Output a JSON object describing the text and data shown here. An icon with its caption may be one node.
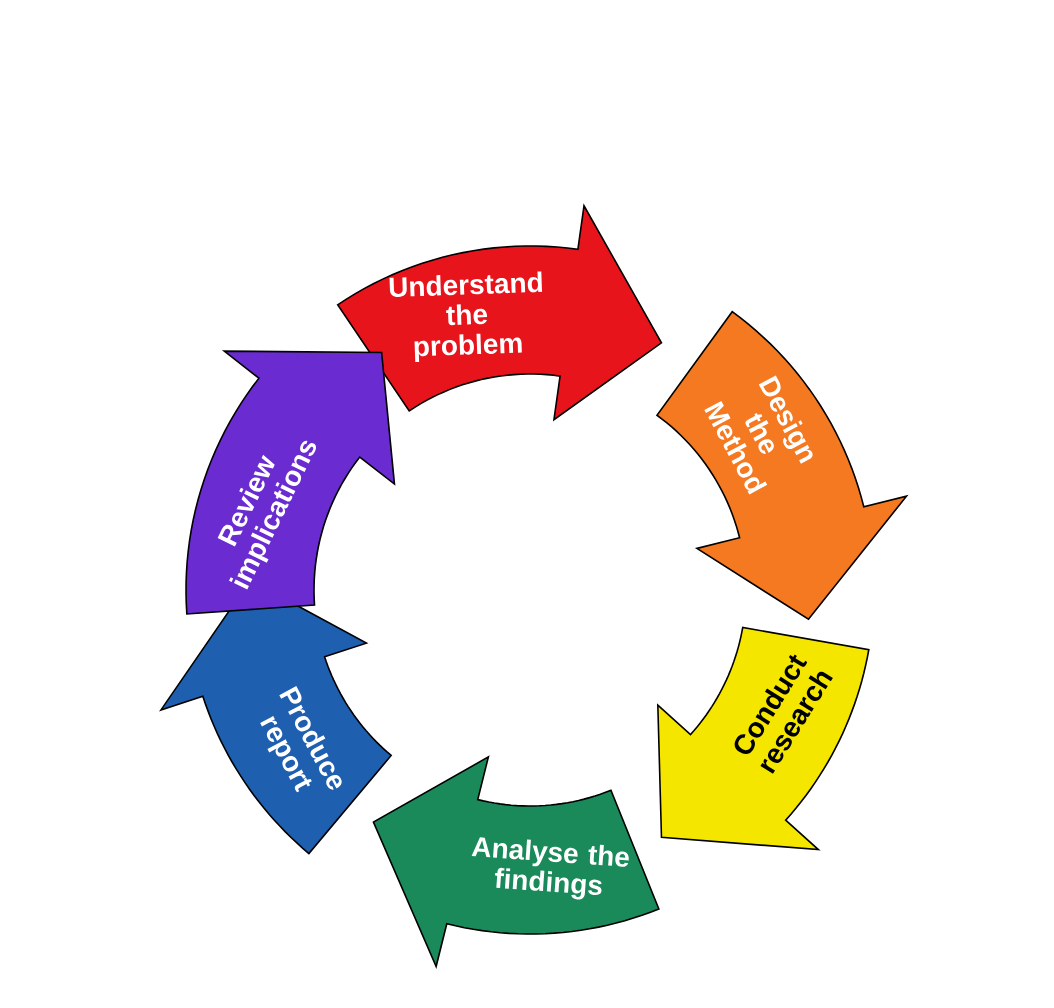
{
  "diagram": {
    "nodes": [
      {
        "text": [
          "Understand the problem"
        ]
      },
      {
        "text": [
          "Design the Method"
        ]
      },
      {
        "text": [
          "Conduct research"
        ]
      },
      {
        "text": [
          "Analyse the findings"
        ]
      },
      {
        "text": [
          "Produce report"
        ]
      },
      {
        "text": [
          "Review implications"
        ]
      }
    ]
  }
}
